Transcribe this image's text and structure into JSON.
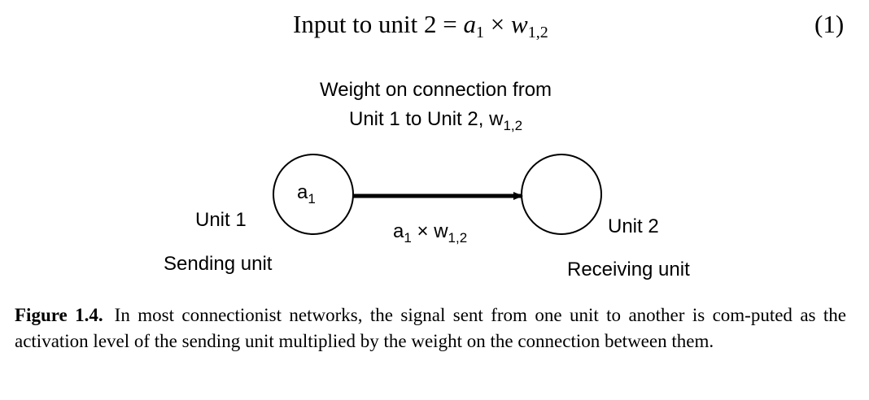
{
  "equation": {
    "lhs": "Input to unit 2",
    "equals": "=",
    "a": "a",
    "a_sub": "1",
    "times": "×",
    "w": "w",
    "w_sub": "1,2",
    "number": "(1)"
  },
  "diagram": {
    "weight_label_line1": "Weight on connection from",
    "weight_label_line2": "Unit 1 to Unit 2,",
    "weight_label_w": "w",
    "weight_label_sub": "1,2",
    "unit1_activation": "a",
    "unit1_activation_sub": "1",
    "unit1_label": "Unit 1",
    "unit1_role": "Sending unit",
    "unit2_label": "Unit 2",
    "unit2_role": "Receiving unit",
    "signal_a": "a",
    "signal_a_sub": "1",
    "signal_times": "×",
    "signal_w": "w",
    "signal_w_sub": "1,2"
  },
  "caption": {
    "label": "Figure 1.4.",
    "text": "In most connectionist networks, the signal sent from one unit to another is com-puted as the activation level of the sending unit multiplied by the weight on the connection between them."
  }
}
